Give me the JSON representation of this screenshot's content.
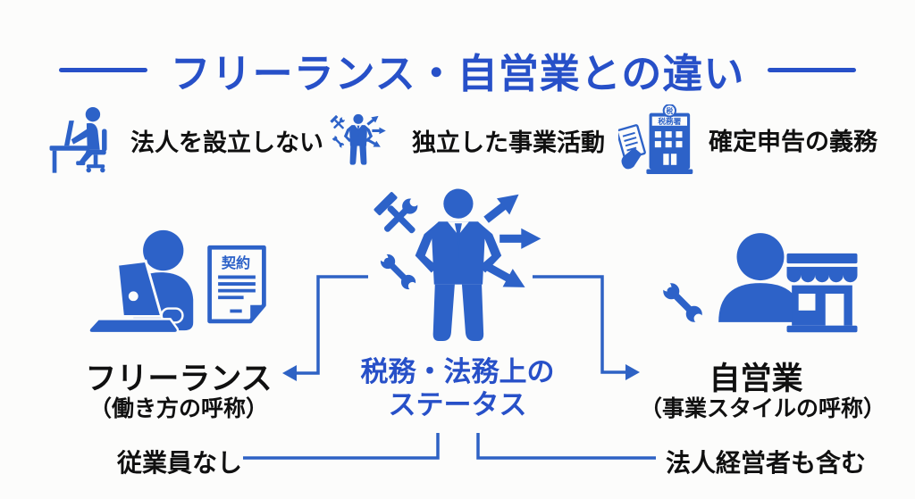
{
  "colors": {
    "background": "#FCFCFB",
    "primary_blue": "#2D62C8",
    "title_blue": "#2750C8",
    "connector_blue": "#2E62C4",
    "text_black": "#101010"
  },
  "header": {
    "title": "フリーランス・自営業との違い"
  },
  "features": [
    {
      "icon": "desk-worker-icon",
      "label": "法人を設立しない"
    },
    {
      "icon": "businessman-arrows-icon",
      "label": "独立した事業活動"
    },
    {
      "icon": "tax-office-icon",
      "label": "確定申告の義務",
      "building_sign": "税務署",
      "badge": "税"
    }
  ],
  "diagram": {
    "center": {
      "line1": "税務・法務上の",
      "line2": "ステータス"
    },
    "freelance": {
      "name": "フリーランス",
      "subtitle": "（働き方の呼称）",
      "note": "従業員なし",
      "contract_label": "契約"
    },
    "self_employed": {
      "name": "自営業",
      "subtitle": "（事業スタイルの呼称）",
      "note": "法人経営者も含む"
    }
  }
}
